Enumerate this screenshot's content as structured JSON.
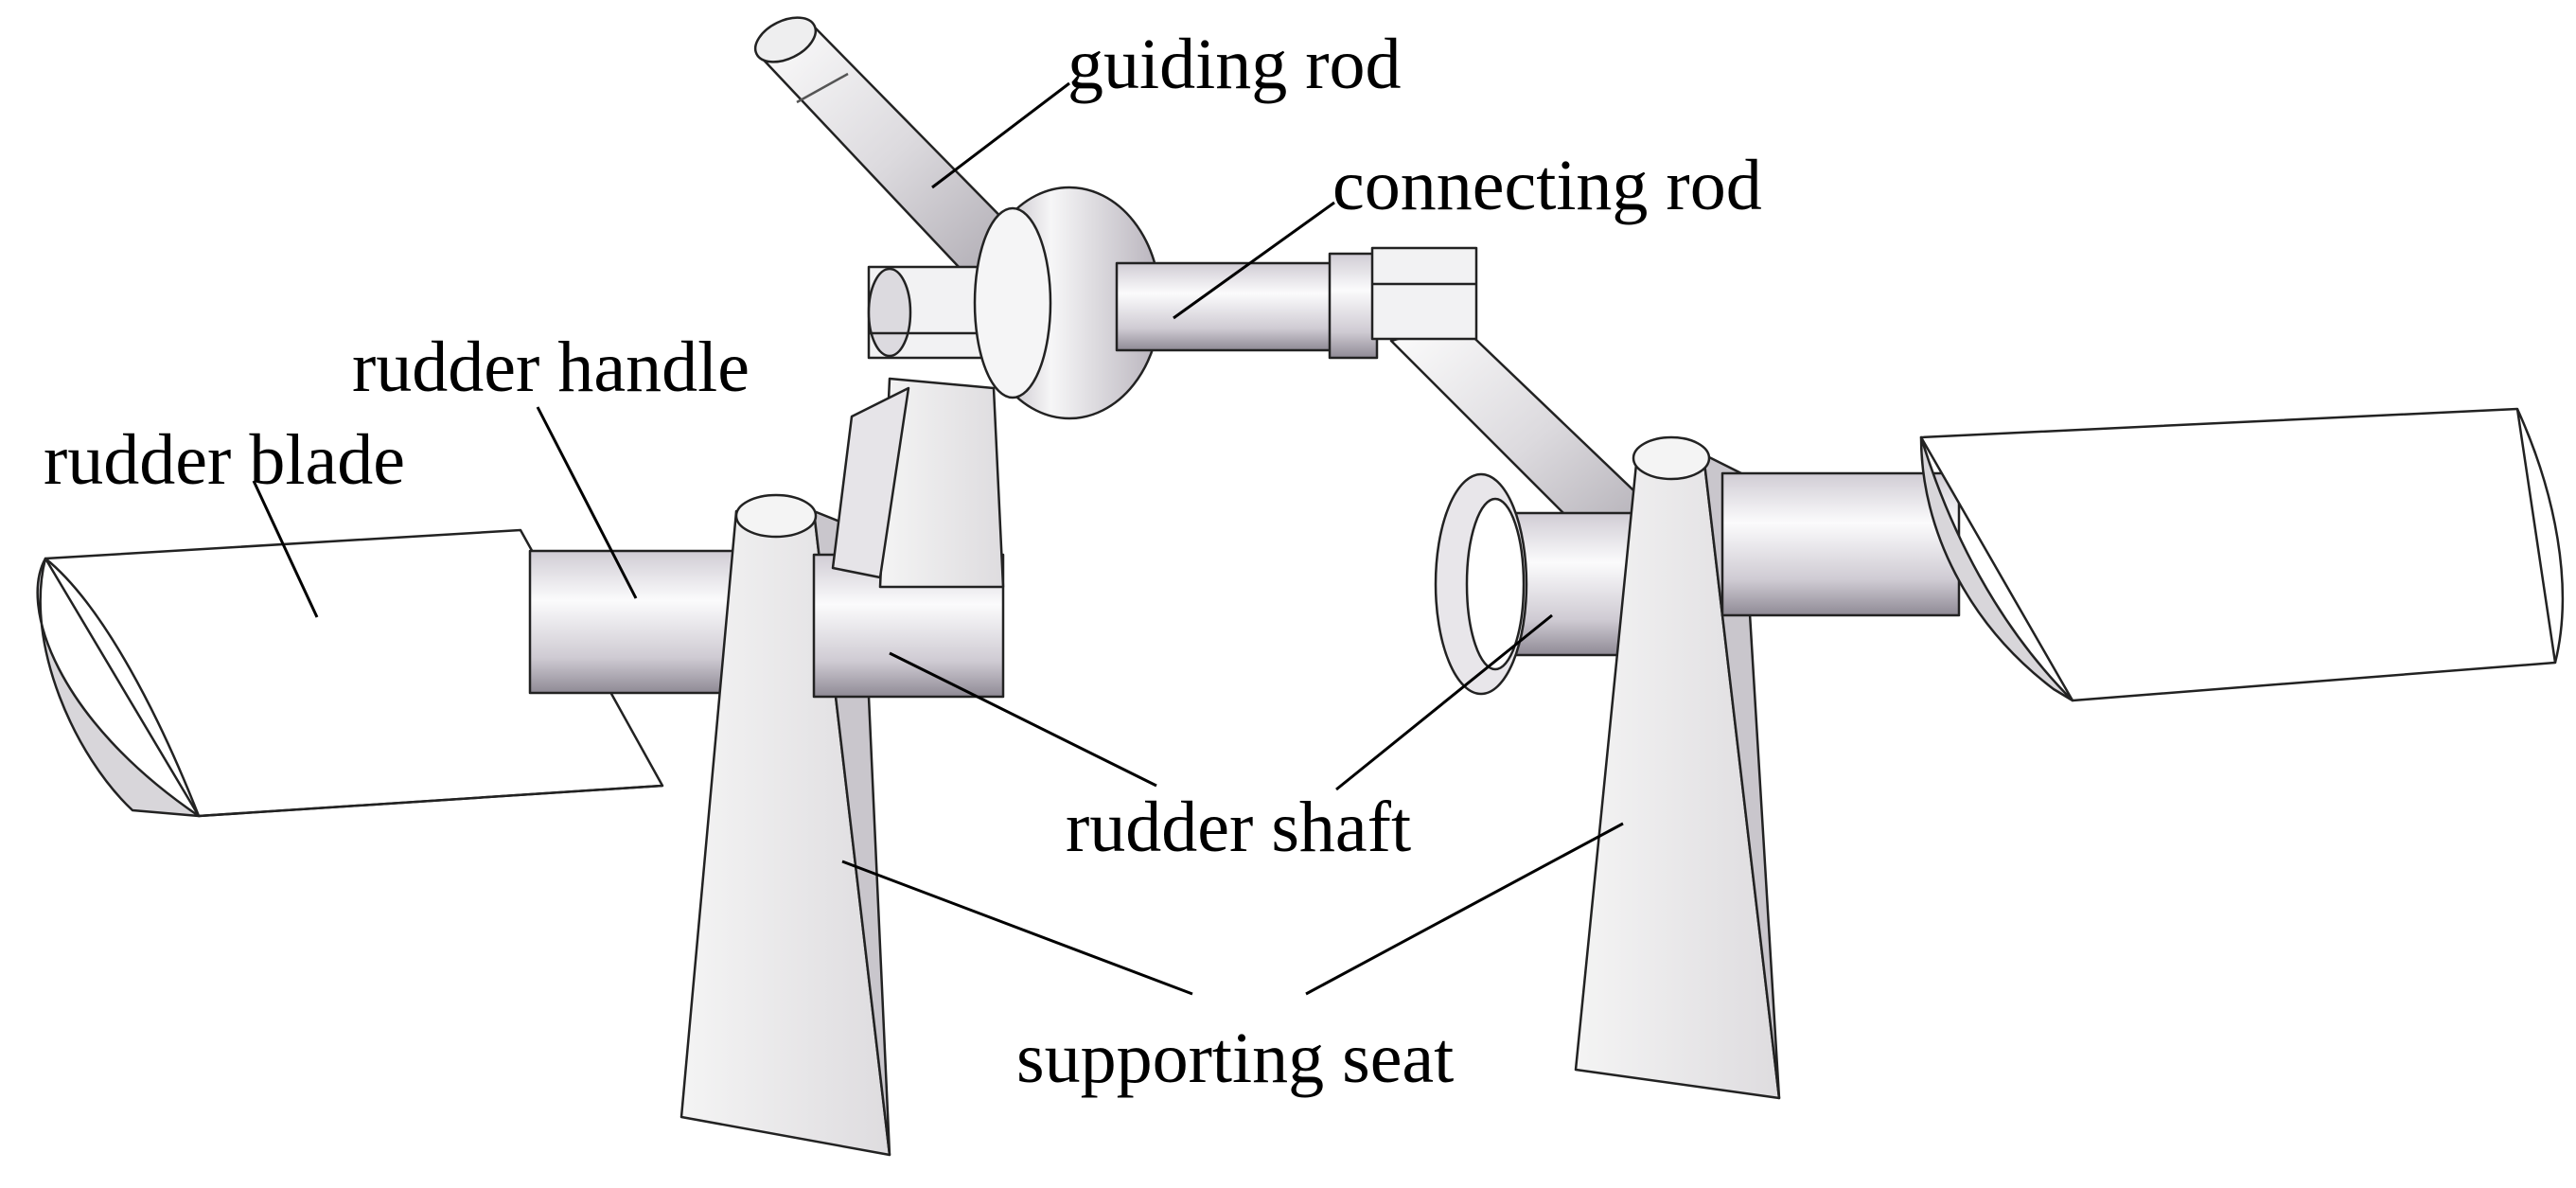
{
  "labels": {
    "guiding_rod": "guiding rod",
    "connecting_rod": "connecting rod",
    "rudder_handle": "rudder handle",
    "rudder_blade": "rudder blade",
    "rudder_shaft": "rudder shaft",
    "supporting_seat": "supporting seat"
  },
  "colors": {
    "outline": "#222222",
    "metal_light": "#f2f2f4",
    "metal_mid": "#d6d4d8",
    "metal_dark": "#a8a4ac",
    "leader": "#000000"
  }
}
